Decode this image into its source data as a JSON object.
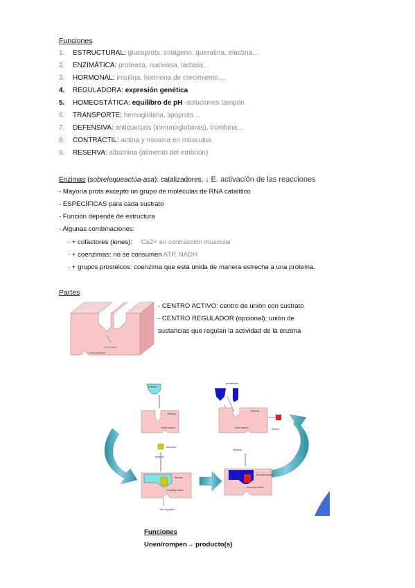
{
  "funciones_heading": "Funciones",
  "funciones": [
    {
      "num": "1.",
      "term": "ESTRUCTURAL:",
      "detail": "glucoprots, colágeno, queratina, elastina…",
      "gray": true
    },
    {
      "num": "2.",
      "term": "ENZIMÁTICA:",
      "detail": "proteasa, nucleasa, lactasa…",
      "gray": true
    },
    {
      "num": "3.",
      "term": "HORMONAL:",
      "detail": "insulina, hormona de crecimiento…",
      "gray": true
    },
    {
      "num": "4.",
      "term": "REGULADORA:",
      "detail": "expresión genética",
      "gray": false
    },
    {
      "num": "5.",
      "term": "HOMEOSTÁTICA:",
      "detail": "equilibro de pH",
      "extra": " -soluciones tampón",
      "gray": false
    },
    {
      "num": "6.",
      "term": "TRANSPORTE:",
      "detail": "hemoglobina, lipoprots…",
      "gray": true
    },
    {
      "num": "7.",
      "term": "DEFENSIVA:",
      "detail": "anticuerpos (inmunoglobinas), trombina…",
      "gray": true
    },
    {
      "num": "8.",
      "term": "CONTRÁCTIL:",
      "detail": "actina y miosina en músculos",
      "gray": true
    },
    {
      "num": "9.",
      "term": "RESERVA:",
      "detail": "albúmina (alimento del embrión)",
      "gray": true
    }
  ],
  "enzimas": {
    "word": "Enzimas",
    "paren_open": " (",
    "italic": "sobreloqueactúa-asa",
    "paren_close": "):",
    "bold_part": " catalizadores, ",
    "arrow": "↓",
    "rest": "E. activación de las reacciones",
    "lines": [
      "- Mayoría prots excepto un grupo de moléculas de RNA catalítico",
      "- ESPECÍFICAS para cada sustrato",
      "- Función depende de estructura",
      "- Algunas combinaciones:"
    ],
    "combos": [
      {
        "text": "· + cofactores (iones):",
        "gray": "Ca2+ en contracción muscular"
      },
      {
        "text": "· + coenzimas: no se consumen",
        "gray": "ATP, NADH"
      },
      {
        "text": "· + grupos prostéicos: coenzima que está unida de manera estrecha a una proteína.",
        "gray": ""
      }
    ]
  },
  "partes": {
    "heading": "Partes",
    "lines": [
      "- CENTRO ACTIVO: centro de unión con sustrato",
      "- CENTRO REGULADOR (opcional): unión de",
      "sustancias que regulan la actividad de la enzima"
    ],
    "diagram_labels": [
      "Centro activo",
      "Centro alosterico"
    ]
  },
  "cycle": {
    "labels": {
      "sustrato": "sustrato",
      "enzima": "Enzima",
      "centro_activo": "Centro activo",
      "productos": "productos",
      "efector": "Efector",
      "activador": "Activador",
      "inhibidor": "Inhibidor",
      "sitio_regulador": "Sitio regulador",
      "enzima_inactiva": "Enzima inactiva",
      "complejo": "Complejo activo"
    },
    "colors": {
      "enzyme": "#f8c6c6",
      "substrate": "#7fe3ea",
      "product": "#1414c8",
      "effector": "#e02020",
      "coenzyme": "#d8c800",
      "arrow": "#4aa8b8"
    }
  },
  "funciones2": {
    "heading": "Funciones",
    "text": "Unen/rompen→  producto(s)"
  }
}
